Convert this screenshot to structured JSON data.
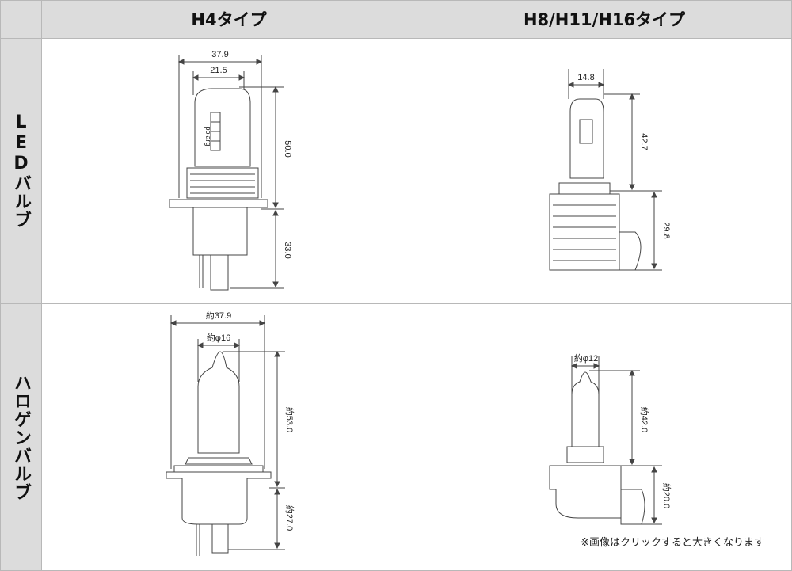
{
  "header": {
    "col1": "H4タイプ",
    "col2": "H8/H11/H16タイプ"
  },
  "rows": {
    "led": "LEDバルブ",
    "halogen": "ハロゲンバルブ"
  },
  "led_h4": {
    "brand": "polarg",
    "width_total": "37.9",
    "width_inner": "21.5",
    "height_upper": "50.0",
    "height_lower": "33.0"
  },
  "led_h8": {
    "width": "14.8",
    "height_upper": "42.7",
    "height_lower": "29.8"
  },
  "halogen_h4": {
    "width_total": "約37.9",
    "diameter": "約φ16",
    "height_upper": "約53.0",
    "height_lower": "約27.0"
  },
  "halogen_h8": {
    "diameter": "約φ12",
    "height_upper": "約42.0",
    "height_lower": "約20.0"
  },
  "note": "※画像はクリックすると大きくなります"
}
